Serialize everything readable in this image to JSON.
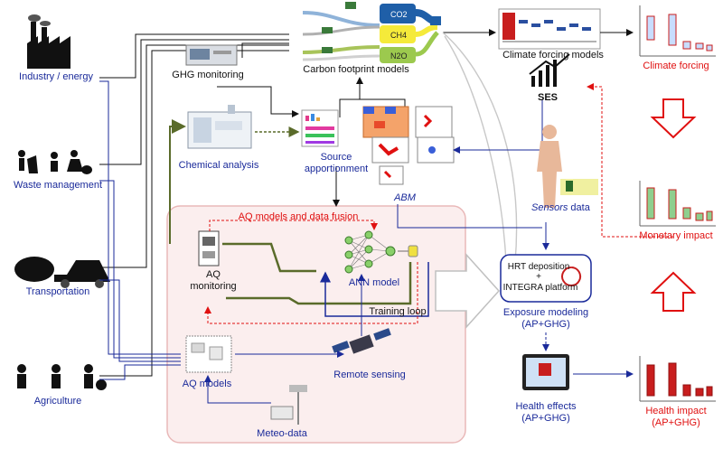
{
  "sources": {
    "industry": "Industry / energy",
    "waste": "Waste management",
    "transport": "Transportation",
    "agriculture": "Agriculture"
  },
  "models": {
    "carbon_footprint": "Carbon footprint models",
    "climate_forcing_models": "Climate forcing models",
    "ghg_monitoring": "GHG monitoring",
    "chemical_analysis": "Chemical analysis",
    "source_apportionment": "Source\napportionment",
    "abm": "ABM",
    "ses": "SES",
    "sensors_italic": "Sensors",
    "sensors_rest": " data",
    "aq_fusion": "AQ models and data fusion",
    "aq_monitoring": "AQ\nmonitoring",
    "ann_model": "ANN model",
    "training_loop": "Training loop",
    "hrt_deposition": "HRT deposition",
    "plus": "+",
    "integra": "INTEGRA platform",
    "exposure_modeling": "Exposure modeling\n(AP+GHG)",
    "aq_models": "AQ models",
    "remote_sensing": "Remote sensing",
    "meteo": "Meteo-data",
    "health_effects": "Health effects\n(AP+GHG)"
  },
  "gases": {
    "co2": "CO2",
    "ch4": "CH4",
    "n2o": "N2O"
  },
  "impacts": {
    "climate": "Climate forcing",
    "monetary": "Monetary impact",
    "health": "Health impact\n(AP+GHG)"
  },
  "colors": {
    "navy": "#1a2a9a",
    "olive": "#5a6b2a",
    "red": "#e01010",
    "panel": "#fbeeee"
  }
}
